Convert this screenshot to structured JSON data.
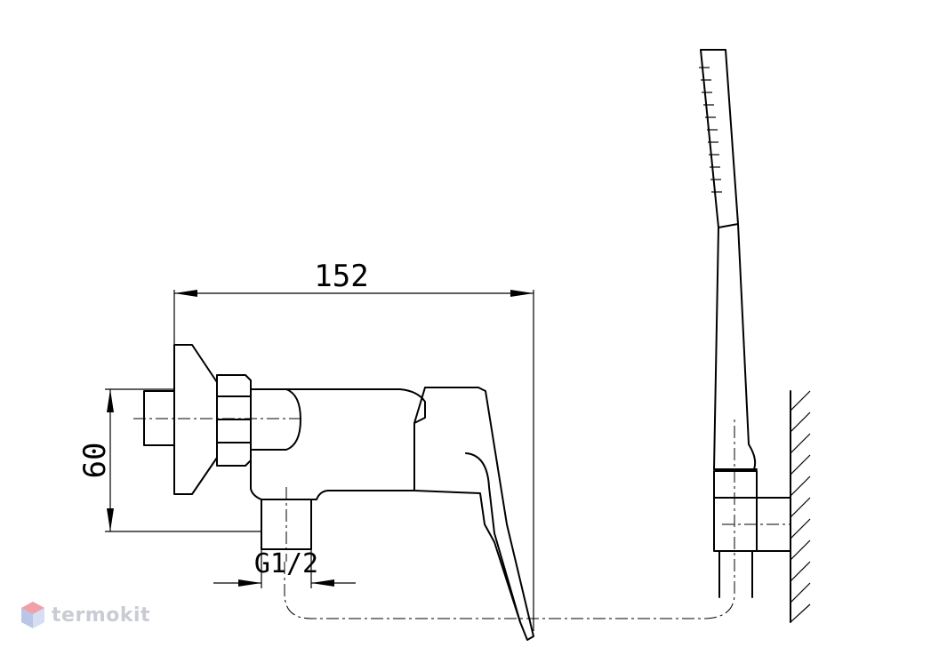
{
  "dimensions": {
    "width_label": "152",
    "height_label": "60",
    "thread_label": "G1/2"
  },
  "watermark": {
    "brand": "termokit",
    "accent_color": "#f2a0a8",
    "secondary_color": "#b9c6e8"
  }
}
